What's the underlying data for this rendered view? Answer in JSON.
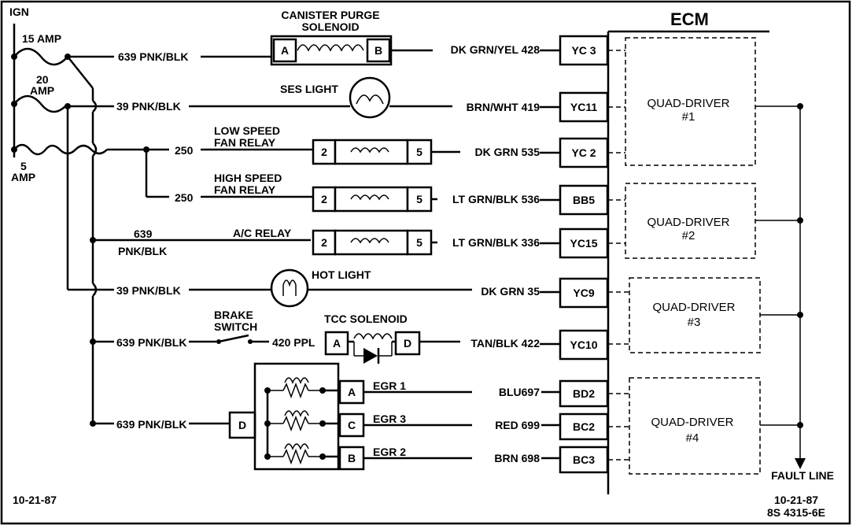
{
  "power": {
    "ign": "IGN",
    "fuse1": "15 AMP",
    "fuse2_line1": "20",
    "fuse2_line2": "AMP",
    "fuse3_line1": "5",
    "fuse3_line2": "AMP"
  },
  "ecm": {
    "label": "ECM"
  },
  "components": {
    "canister": {
      "line1": "CANISTER PURGE",
      "line2": "SOLENOID",
      "pin_a": "A",
      "pin_b": "B"
    },
    "ses": {
      "label": "SES LIGHT"
    },
    "low_fan": {
      "line1": "LOW SPEED",
      "line2": "FAN RELAY",
      "pin_in": "2",
      "pin_out": "5"
    },
    "high_fan": {
      "line1": "HIGH SPEED",
      "line2": "FAN RELAY",
      "pin_in": "2",
      "pin_out": "5"
    },
    "ac_relay": {
      "label": "A/C RELAY",
      "pin_in": "2",
      "pin_out": "5"
    },
    "hot_light": {
      "label": "HOT LIGHT"
    },
    "brake": {
      "line1": "BRAKE",
      "line2": "SWITCH"
    },
    "tcc": {
      "label": "TCC SOLENOID",
      "pin_a": "A",
      "pin_d": "D"
    },
    "egr_block": {
      "pin_d": "D",
      "pin_a": "A",
      "pin_c": "C",
      "pin_b": "B"
    }
  },
  "wires": {
    "w1": "639 PNK/BLK",
    "w2": "39 PNK/BLK",
    "w3": "250",
    "w4": "250",
    "w5_line1": "639",
    "w5_line2": "PNK/BLK",
    "w6": "39 PNK/BLK",
    "w7": "639 PNK/BLK",
    "w7b": "420 PPL",
    "w8": "639 PNK/BLK",
    "egr1": "EGR 1",
    "egr3": "EGR 3",
    "egr2": "EGR 2",
    "r1": "DK GRN/YEL 428",
    "r2": "BRN/WHT  419",
    "r3": "DK GRN 535",
    "r4": "LT GRN/BLK 536",
    "r5": "LT GRN/BLK 336",
    "r6": "DK GRN 35",
    "r7": "TAN/BLK 422",
    "r8": "BLU697",
    "r9": "RED 699",
    "r10": "BRN 698"
  },
  "pins": [
    "YC 3",
    "YC11",
    "YC 2",
    "BB5",
    "YC15",
    "YC9",
    "YC10",
    "BD2",
    "BC2",
    "BC3"
  ],
  "quad_drivers": [
    {
      "line1": "QUAD-DRIVER",
      "line2": "#1"
    },
    {
      "line1": "QUAD-DRIVER",
      "line2": "#2"
    },
    {
      "line1": "QUAD-DRIVER",
      "line2": "#3"
    },
    {
      "line1": "QUAD-DRIVER",
      "line2": "#4"
    }
  ],
  "fault_line": "FAULT LINE",
  "footer": {
    "date_left": "10-21-87",
    "date_right": "10-21-87",
    "code": "8S 4315-6E"
  }
}
